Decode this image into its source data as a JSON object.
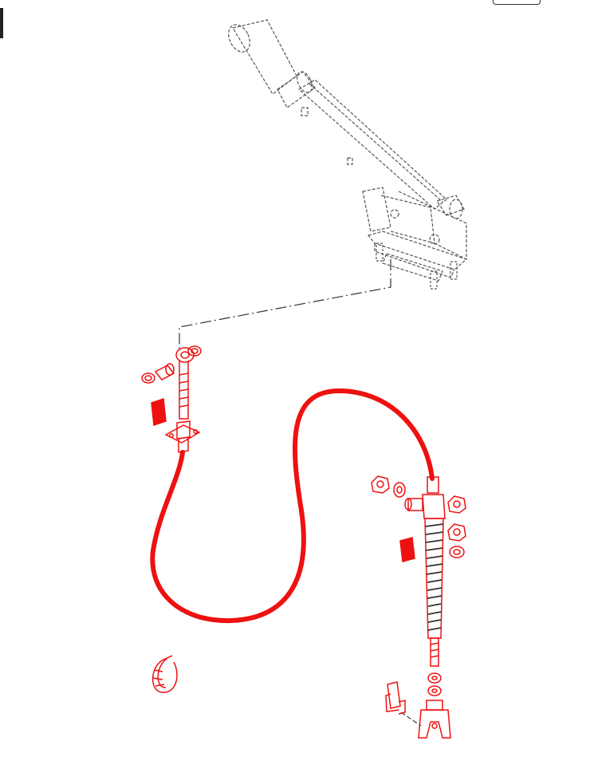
{
  "diagram": {
    "kind": "exploded-parts-view",
    "colors": {
      "background": "#ffffff",
      "outline": "#555555",
      "highlight": "#ee1111",
      "leader": "#333333"
    },
    "parts": [
      {
        "name": "handbrake-lever",
        "highlighted": false
      },
      {
        "name": "lever-mounting-bracket",
        "highlighted": false
      },
      {
        "name": "mounting-stud",
        "highlighted": false
      },
      {
        "name": "brake-cable",
        "highlighted": true
      },
      {
        "name": "upper-clevis-eye",
        "highlighted": true
      },
      {
        "name": "clevis-pin",
        "highlighted": true
      },
      {
        "name": "washer",
        "highlighted": true
      },
      {
        "name": "rubber-boot",
        "highlighted": true
      },
      {
        "name": "threaded-adjuster",
        "highlighted": true
      },
      {
        "name": "hex-nut",
        "highlighted": true
      },
      {
        "name": "cable-clip",
        "highlighted": true
      },
      {
        "name": "lower-clevis",
        "highlighted": true
      },
      {
        "name": "cotter-pin",
        "highlighted": true
      }
    ]
  }
}
